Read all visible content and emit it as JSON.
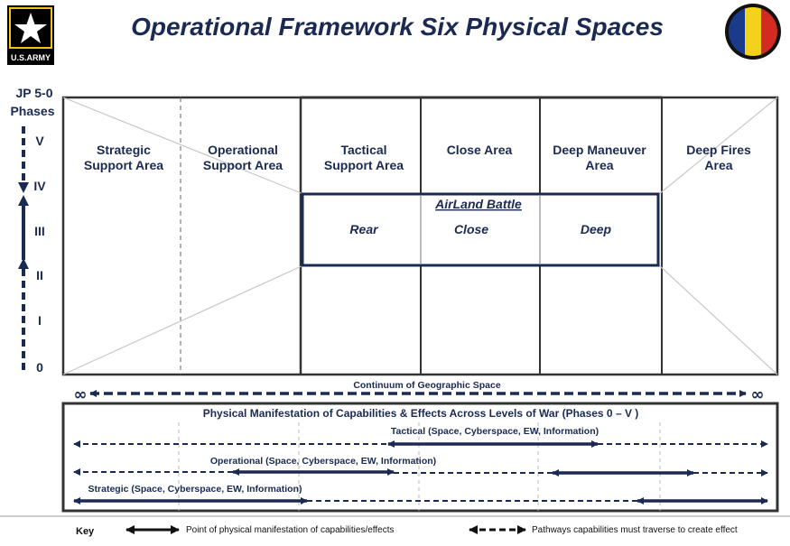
{
  "title": "Operational Framework Six Physical Spaces",
  "logo": {
    "text": "U.S.ARMY"
  },
  "phases": {
    "title_line1": "JP 5-0",
    "title_line2": "Phases",
    "labels": [
      "V",
      "IV",
      "III",
      "II",
      "I",
      "0"
    ]
  },
  "areas": [
    [
      "Strategic",
      "Support Area"
    ],
    [
      "Operational",
      "Support Area"
    ],
    [
      "Tactical",
      "Support Area"
    ],
    [
      "Close Area",
      ""
    ],
    [
      "Deep Maneuver",
      "Area"
    ],
    [
      "Deep Fires",
      "Area"
    ]
  ],
  "airland": {
    "title": "AirLand Battle",
    "rear": "Rear",
    "close": "Close",
    "deep": "Deep"
  },
  "continuum": {
    "label": "Continuum of Geographic Space",
    "infinity": "∞"
  },
  "manifestation": {
    "title": "Physical Manifestation of Capabilities & Effects Across Levels of War (Phases 0 – V )",
    "tactical": "Tactical (Space, Cyberspace, EW, Information)",
    "operational": "Operational (Space, Cyberspace, EW, Information)",
    "strategic": "Strategic (Space, Cyberspace, EW, Information)"
  },
  "key": {
    "label": "Key",
    "solid": "Point of physical manifestation of capabilities/effects",
    "dashed": "Pathways capabilities must traverse to create effect"
  },
  "colors": {
    "navy": "#1a2a52",
    "frame": "#333333",
    "seal_blue": "#1c3a8c",
    "seal_yellow": "#f2d21a",
    "seal_red": "#d32b22"
  },
  "icons": [
    "army-star-logo",
    "regimental-seal",
    "arrow-icon",
    "dashed-arrow-icon"
  ]
}
